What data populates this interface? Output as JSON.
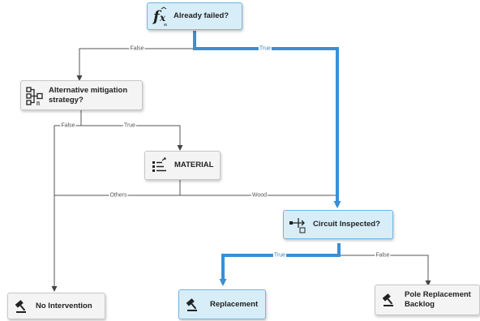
{
  "diagram": {
    "nodes": {
      "already_failed": {
        "label": "Already failed?",
        "icon": "function-fx-icon"
      },
      "alt_mitigation": {
        "label": "Alternative mitigation\nstrategy?",
        "icon": "decision-tree-icon"
      },
      "material": {
        "label": "MATERIAL",
        "icon": "list-attribute-icon"
      },
      "circuit_inspected": {
        "label": "Circuit Inspected?",
        "icon": "split-flow-icon"
      },
      "no_intervention": {
        "label": "No Intervention",
        "icon": "gavel-icon"
      },
      "replacement": {
        "label": "Replacement",
        "icon": "gavel-icon"
      },
      "pole_backlog": {
        "label": "Pole Replacement\nBacklog",
        "icon": "gavel-icon"
      }
    },
    "edges": {
      "af_false": "False",
      "af_true": "True",
      "alt_false": "False",
      "alt_true": "True",
      "mat_others": "Others",
      "mat_wood": "Wood",
      "ci_true": "True",
      "ci_false": "False"
    },
    "colors": {
      "highlight_path": "#3b8fd4",
      "edge": "#555555",
      "highlight_fill": "#d7eef9"
    }
  }
}
